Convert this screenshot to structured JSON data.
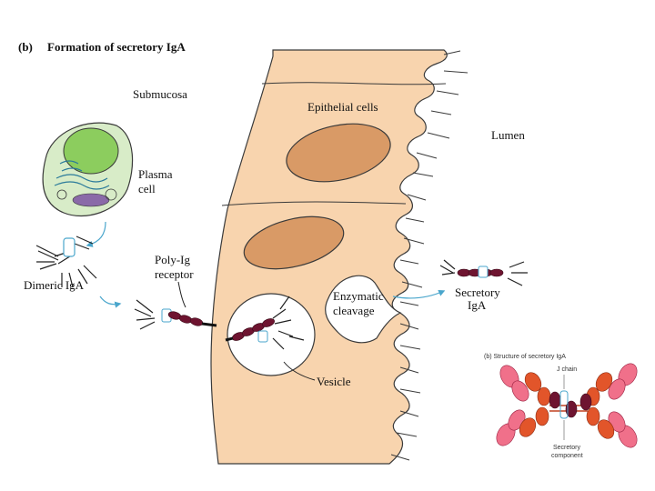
{
  "diagram": {
    "panel_letter": "(b)",
    "title": "Formation of secretory IgA",
    "regions": {
      "submucosa": "Submucosa",
      "epithelial": "Epithelial cells",
      "lumen": "Lumen"
    },
    "plasma_cell": [
      "Plasma",
      "cell"
    ],
    "dimeric": "Dimeric IgA",
    "receptor": [
      "Poly-Ig",
      "receptor"
    ],
    "enzymatic": [
      "Enzymatic",
      "cleavage"
    ],
    "secretory": [
      "Secretory",
      "IgA"
    ],
    "vesicle": "Vesicle"
  },
  "inset": {
    "title": "(b) Structure of secretory IgA",
    "j_chain": "J chain",
    "secretory_component": [
      "Secretory",
      "component"
    ]
  },
  "colors": {
    "tissue": "#f8d4ae",
    "nucleus": "#d99a66",
    "plasma_cell": "#d8ecc8",
    "plasma_nucleus": "#8ccd5e",
    "receptor": "#6e1430",
    "arrow": "#4aa6cc",
    "outline": "#3a3a3a",
    "inset_pink": "#f0708a",
    "inset_orange": "#e2552a"
  }
}
